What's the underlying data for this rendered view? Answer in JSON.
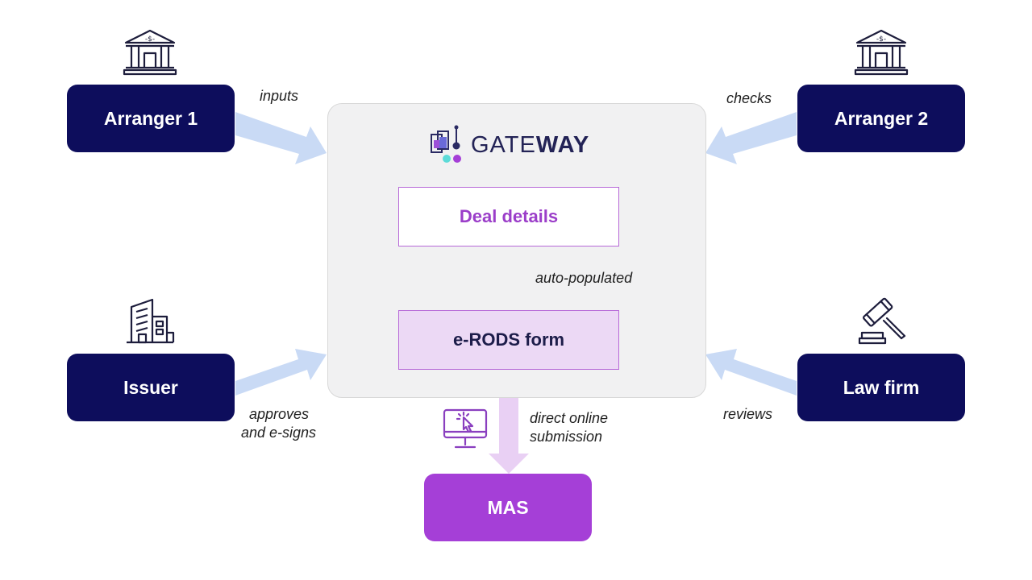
{
  "logo": {
    "text_light": "GATE",
    "text_bold": "WAY"
  },
  "actors": {
    "arranger1": "Arranger 1",
    "arranger2": "Arranger 2",
    "issuer": "Issuer",
    "law_firm": "Law firm",
    "mas": "MAS"
  },
  "boxes": {
    "deal_details": "Deal details",
    "erods_form": "e-RODS form"
  },
  "labels": {
    "inputs": "inputs",
    "checks": "checks",
    "auto_populated": "auto-populated",
    "approves_line1": "approves",
    "approves_line2": "and e-signs",
    "reviews": "reviews",
    "submission_line1": "direct online",
    "submission_line2": "submission"
  },
  "icons": {
    "arranger1": "bank-icon",
    "arranger2": "bank-icon",
    "issuer": "office-building-icon",
    "law_firm": "gavel-icon",
    "submission": "computer-click-icon",
    "logo": "gateway-logo-icon"
  },
  "colors": {
    "actor_fill": "#0d0d5c",
    "mas_fill": "#a53fd7",
    "arrow_blue": "#c9daf5",
    "arrow_purple": "#e9d0f4",
    "accent_purple": "#9b3ec9"
  }
}
